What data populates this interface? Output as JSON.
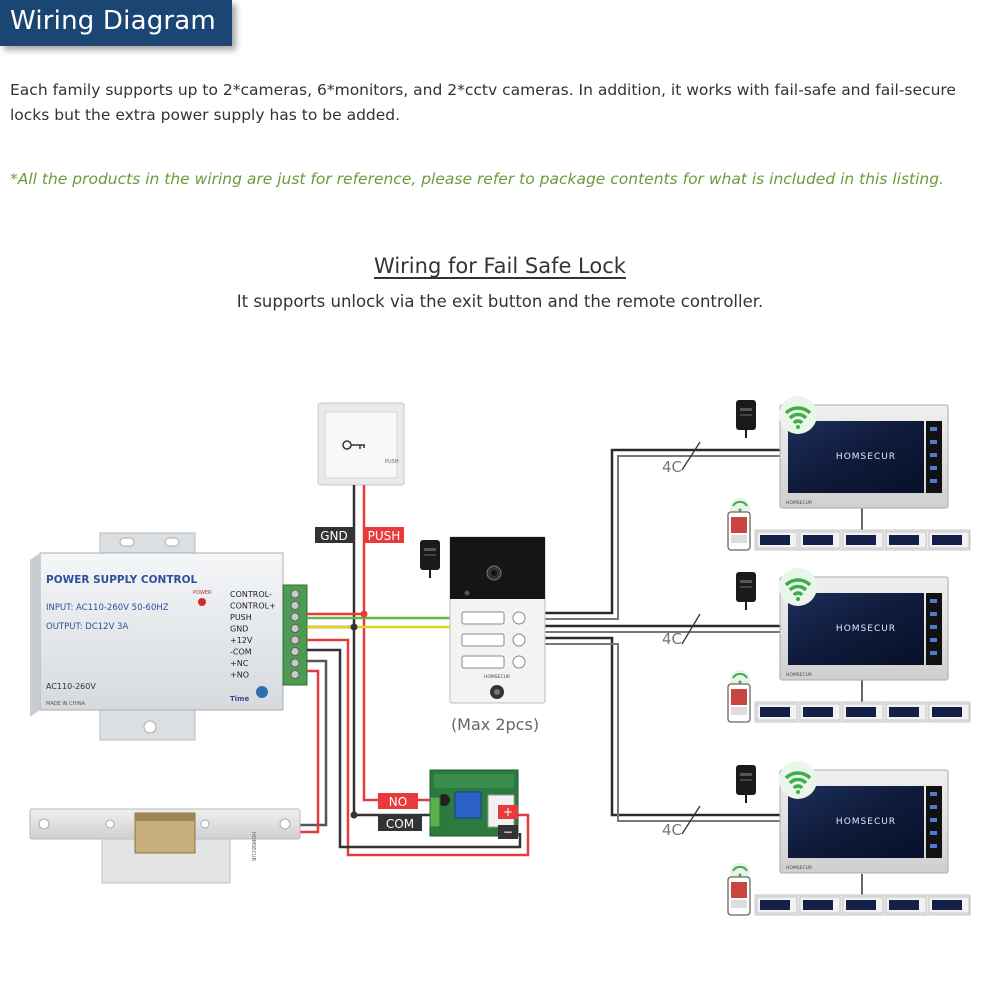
{
  "header": {
    "title": "Wiring Diagram"
  },
  "intro_text": "Each family supports up to 2*cameras, 6*monitors, and 2*cctv cameras. In addition, it works with fail-safe and fail-secure locks but the extra power supply has to be added.",
  "note_text": "*All the products in the wiring are just for reference, please refer to package contents for what is included in this listing.",
  "section": {
    "title": "Wiring for Fail Safe Lock",
    "subtitle": "It supports unlock via the exit button and the remote controller."
  },
  "power_supply": {
    "title": "POWER SUPPLY CONTROL",
    "input": "INPUT: AC110-260V 50-60HZ",
    "output": "OUTPUT: DC12V  3A",
    "power_led": "POWER",
    "ac": "AC110-260V",
    "made": "MADE IN CHINA",
    "time": "Time",
    "terminals": [
      "CONTROL-",
      "CONTROL+",
      "PUSH",
      "GND",
      "+12V",
      "-COM",
      "+NC",
      "+NO"
    ]
  },
  "exit_button": {
    "push_text": "PUSH"
  },
  "wire_tags": {
    "gnd": "GND",
    "push": "PUSH",
    "no": "NO",
    "com": "COM",
    "plus": "+",
    "minus": "−"
  },
  "door_station": {
    "caption": "(Max 2pcs)",
    "brand": "HOMSECUR"
  },
  "lock": {
    "brand": "HOMSECUR"
  },
  "cable_labels": [
    "4C",
    "4C",
    "4C"
  ],
  "monitors": [
    {
      "brand": "HOMSECUR",
      "small": "HOMSECUR"
    },
    {
      "brand": "HOMSECUR",
      "small": "HOMSECUR"
    },
    {
      "brand": "HOMSECUR",
      "small": "HOMSECUR"
    }
  ],
  "colors": {
    "header_bg": "#1b4674",
    "note_green": "#6f9a3b",
    "wire_red": "#e83a3a",
    "wire_black": "#333333",
    "wire_gray": "#666666",
    "wire_green": "#6ab344",
    "wire_yellow": "#e2d21e",
    "wifi_green": "#3fae49"
  },
  "icons": [
    "key-icon",
    "wifi-icon",
    "power-adapter-icon",
    "smartphone-icon"
  ]
}
